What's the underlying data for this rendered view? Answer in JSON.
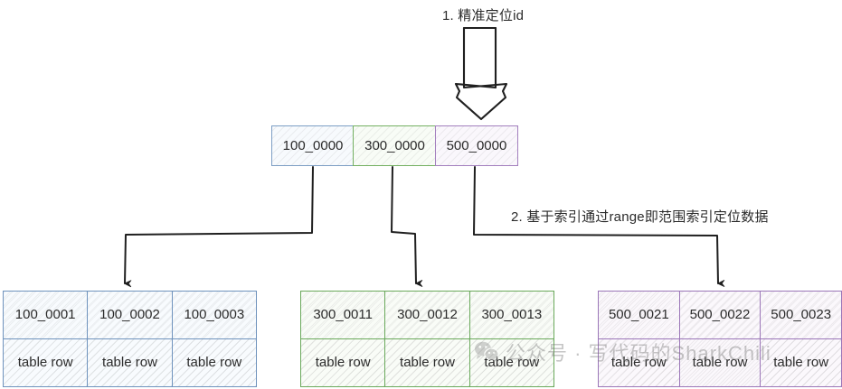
{
  "diagram": {
    "title": "Sharding index range lookup diagram",
    "steps": [
      {
        "id": "step1",
        "label": "1. 精准定位id"
      },
      {
        "id": "step2",
        "label": "2. 基于索引通过range即范围索引定位数据"
      }
    ],
    "index_row": {
      "name": "index-row",
      "cells": [
        {
          "label": "100_0000",
          "color": "#7d9ec4",
          "theme": "blue"
        },
        {
          "label": "300_0000",
          "color": "#74b062",
          "theme": "green"
        },
        {
          "label": "500_0000",
          "color": "#a37fbe",
          "theme": "purple"
        }
      ]
    },
    "tables": [
      {
        "theme": "blue",
        "color": "#6f93bd",
        "header": [
          "100_0001",
          "100_0002",
          "100_0003"
        ],
        "rows": [
          [
            "table row",
            "table row",
            "table row"
          ]
        ]
      },
      {
        "theme": "green",
        "color": "#6aa95b",
        "header": [
          "300_0011",
          "300_0012",
          "300_0013"
        ],
        "rows": [
          [
            "table row",
            "table row",
            "table row"
          ]
        ]
      },
      {
        "theme": "purple",
        "color": "#9b76b8",
        "header": [
          "500_0021",
          "500_0022",
          "500_0023"
        ],
        "rows": [
          [
            "table row",
            "table row",
            "table row"
          ]
        ]
      }
    ],
    "arrows": {
      "primary": {
        "name": "big-down-arrow",
        "direction": "down"
      },
      "connectors": [
        {
          "from": "index-cell-100_0000",
          "to": "table-blue"
        },
        {
          "from": "index-cell-300_0000",
          "to": "table-green"
        },
        {
          "from": "index-cell-500_0000",
          "to": "table-purple"
        }
      ]
    },
    "watermark": {
      "text": "公众号 · 写代码的SharkChili",
      "icon": "wechat-icon",
      "color": "#787878"
    },
    "stroke_color": "#1f1f1f",
    "background": "#ffffff"
  }
}
